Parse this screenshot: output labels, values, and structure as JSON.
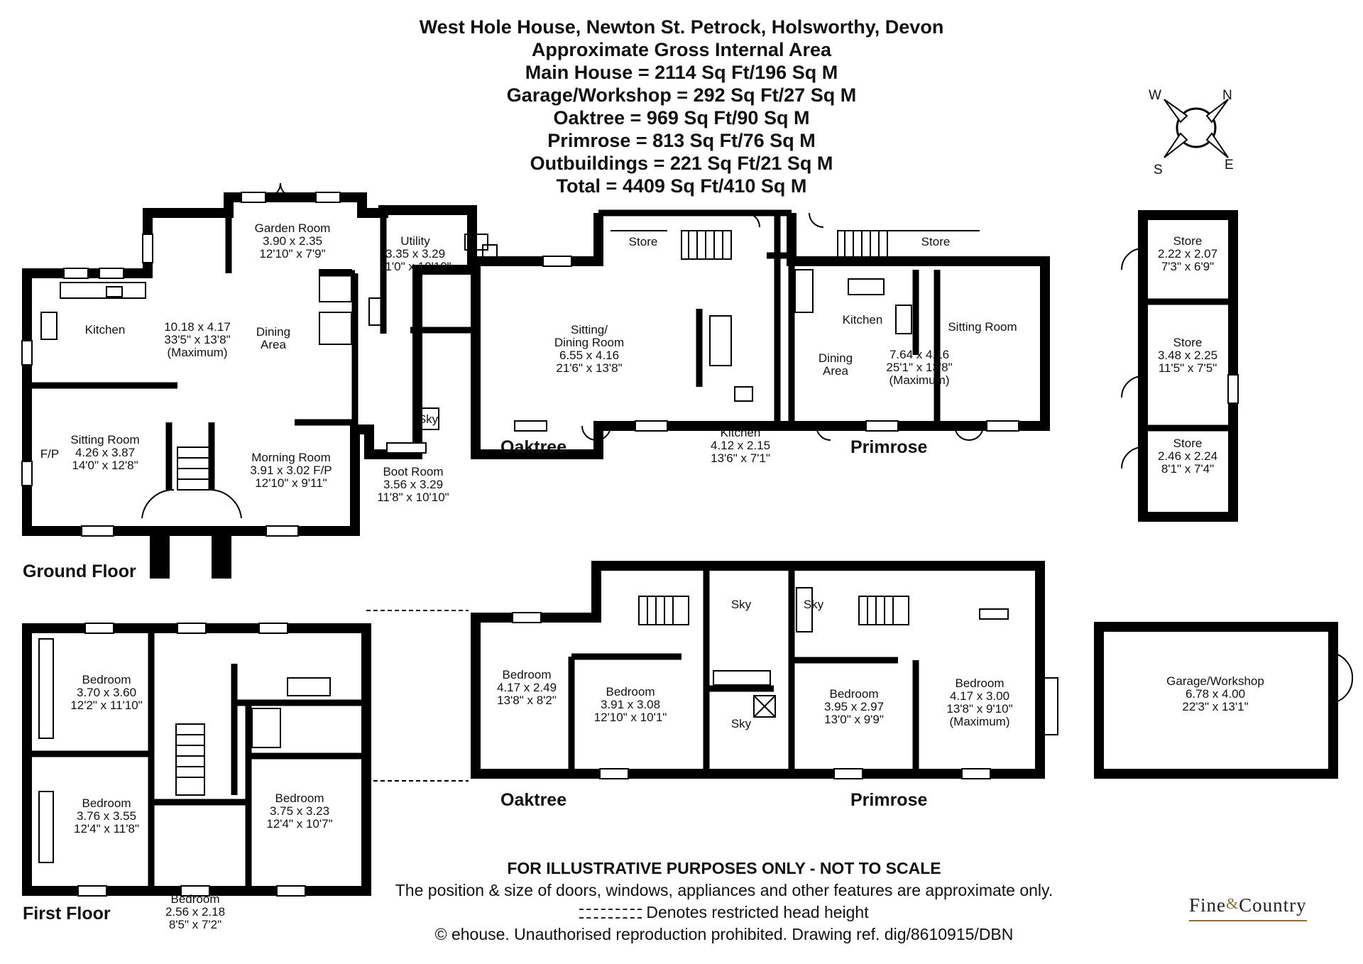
{
  "header": {
    "title": "West Hole House, Newton St. Petrock, Holsworthy, Devon",
    "subtitle": "Approximate Gross Internal Area",
    "areas": [
      "Main House = 2114 Sq Ft/196 Sq M",
      "Garage/Workshop = 292 Sq Ft/27 Sq M",
      "Oaktree = 969 Sq Ft/90 Sq M",
      "Primrose = 813 Sq Ft/76 Sq M",
      "Outbuildings = 221 Sq Ft/21 Sq M",
      "Total = 4409 Sq Ft/410 Sq M"
    ]
  },
  "compass": {
    "w": "W",
    "n": "N",
    "s": "S",
    "e": "E"
  },
  "sections": {
    "ground_floor": "Ground Floor",
    "first_floor": "First Floor",
    "oaktree_ground": "Oaktree",
    "primrose_ground": "Primrose",
    "oaktree_first": "Oaktree",
    "primrose_first": "Primrose"
  },
  "rooms": {
    "garden_room": [
      "Garden Room",
      "3.90 x 2.35",
      "12'10\" x 7'9\""
    ],
    "utility": [
      "Utility",
      "3.35 x 3.29",
      "11'0\" x 10'10\""
    ],
    "kitchen_main": [
      "Kitchen"
    ],
    "kitchen_dims": [
      "10.18 x 4.17",
      "33'5\" x 13'8\"",
      "(Maximum)"
    ],
    "dining_area": [
      "Dining",
      "Area"
    ],
    "sitting_room": [
      "Sitting Room",
      "4.26 x 3.87",
      "14'0\" x 12'8\""
    ],
    "fp_left": [
      "F/P"
    ],
    "morning_room": [
      "Morning Room",
      "3.91 x 3.02 F/P",
      "12'10\" x 9'11\""
    ],
    "boot_room": [
      "Boot Room",
      "3.56 x 3.29",
      "11'8\" x 10'10\""
    ],
    "sky_boot": [
      "Sky"
    ],
    "oak_store": [
      "Store"
    ],
    "oak_sitting": [
      "Sitting/",
      "Dining Room",
      "6.55 x 4.16",
      "21'6\" x 13'8\""
    ],
    "oak_kitchen": [
      "Kitchen",
      "4.12 x 2.15",
      "13'6\" x 7'1\""
    ],
    "prim_store": [
      "Store"
    ],
    "prim_kitchen": [
      "Kitchen"
    ],
    "prim_dining": [
      "Dining",
      "Area"
    ],
    "prim_dims": [
      "7.64 x 4.16",
      "25'1\" x 13'8\"",
      "(Maximum)"
    ],
    "prim_sitting": [
      "Sitting Room"
    ],
    "store1": [
      "Store",
      "2.22 x 2.07",
      "7'3\" x 6'9\""
    ],
    "store2": [
      "Store",
      "3.48 x 2.25",
      "11'5\" x 7'5\""
    ],
    "store3": [
      "Store",
      "2.46 x 2.24",
      "8'1\" x 7'4\""
    ],
    "ff_bed1": [
      "Bedroom",
      "3.70 x 3.60",
      "12'2\" x 11'10\""
    ],
    "ff_bed2": [
      "Bedroom",
      "3.76 x 3.55",
      "12'4\" x 11'8\""
    ],
    "ff_bed3": [
      "Bedroom",
      "3.75 x 3.23",
      "12'4\" x 10'7\""
    ],
    "ff_bed4": [
      "Bedroom",
      "2.56 x 2.18",
      "8'5\" x 7'2\""
    ],
    "oak_bed1": [
      "Bedroom",
      "4.17 x 2.49",
      "13'8\" x 8'2\""
    ],
    "oak_bed2": [
      "Bedroom",
      "3.91 x 3.08",
      "12'10\" x 10'1\""
    ],
    "sky_a": [
      "Sky"
    ],
    "sky_b": [
      "Sky"
    ],
    "sky_c": [
      "Sky"
    ],
    "prim_bed1": [
      "Bedroom",
      "3.95 x 2.97",
      "13'0\" x 9'9\""
    ],
    "prim_bed2": [
      "Bedroom",
      "4.17 x 3.00",
      "13'8\" x 9'10\"",
      "(Maximum)"
    ],
    "garage": [
      "Garage/Workshop",
      "6.78 x 4.00",
      "22'3\" x 13'1\""
    ]
  },
  "footer": {
    "line1": "FOR ILLUSTRATIVE PURPOSES ONLY - NOT TO SCALE",
    "line2": "The position & size of doors, windows, appliances and other features are approximate only.",
    "line3": "Denotes restricted head height",
    "line4": "© ehouse. Unauthorised reproduction prohibited. Drawing ref. dig/8610915/DBN"
  },
  "logo": {
    "part1": "Fine",
    "amp": "&",
    "part2": "Country"
  }
}
